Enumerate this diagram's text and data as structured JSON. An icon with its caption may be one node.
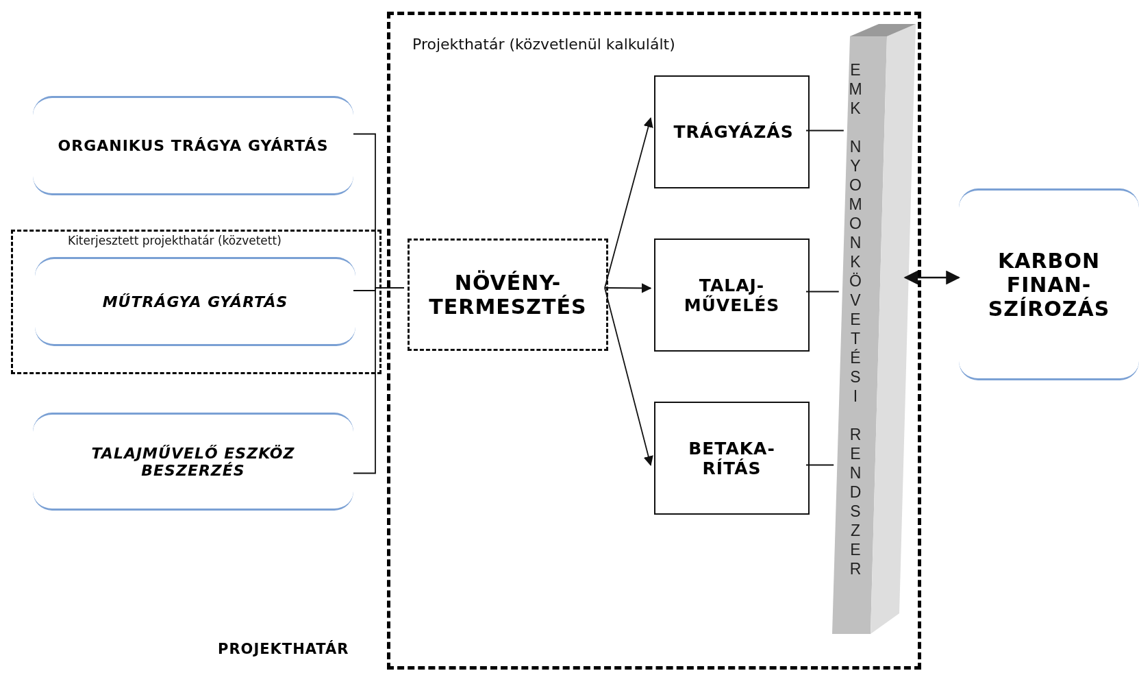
{
  "diagram": {
    "nodes": [
      {
        "text": [
          "Projekthatár (közvetlenül kalkulált)"
        ]
      },
      {
        "text": [
          "Kiterjesztett projekthatár (közvetett)"
        ]
      },
      {
        "text": [
          "ORGANIKUS TRÁGYA GYÁRTÁS"
        ]
      },
      {
        "text": [
          "MŰTRÁGYA GYÁRTÁS"
        ],
        "in": 1
      },
      {
        "text": [
          "TALAJMŰVELŐ ESZKÖZ BESZERZÉS"
        ]
      },
      {
        "text": [
          "NÖVÉNY- TERMESZTÉS"
        ],
        "in": 0
      },
      {
        "text": [
          "TRÁGYÁZÁS"
        ],
        "in": 0
      },
      {
        "text": [
          "TALAJ- MŰVELÉS"
        ],
        "in": 0
      },
      {
        "text": [
          "BETAKA- RÍTÁS"
        ],
        "in": 0
      },
      {
        "text": [
          "EMK NYOMONKÖVETÉSI RENDSZER"
        ],
        "in": 0
      },
      {
        "text": [
          "KARBON FINAN- SZÍROZÁS"
        ]
      }
    ],
    "edges": [
      {
        "from": 2,
        "to": 5,
        "arrow": "none"
      },
      {
        "from": 3,
        "to": 5,
        "arrow": "none"
      },
      {
        "from": 4,
        "to": 5,
        "arrow": "none"
      },
      {
        "from": 5,
        "to": 6,
        "arrow": "to"
      },
      {
        "from": 5,
        "to": 7,
        "arrow": "to"
      },
      {
        "from": 5,
        "to": 8,
        "arrow": "to"
      },
      {
        "from": 6,
        "to": 9,
        "arrow": "none"
      },
      {
        "from": 7,
        "to": 9,
        "arrow": "none"
      },
      {
        "from": 8,
        "to": 9,
        "arrow": "none"
      },
      {
        "from": 9,
        "to": 10,
        "arrow": "both"
      }
    ],
    "labels": [
      "PROJEKTHATÁR"
    ]
  }
}
